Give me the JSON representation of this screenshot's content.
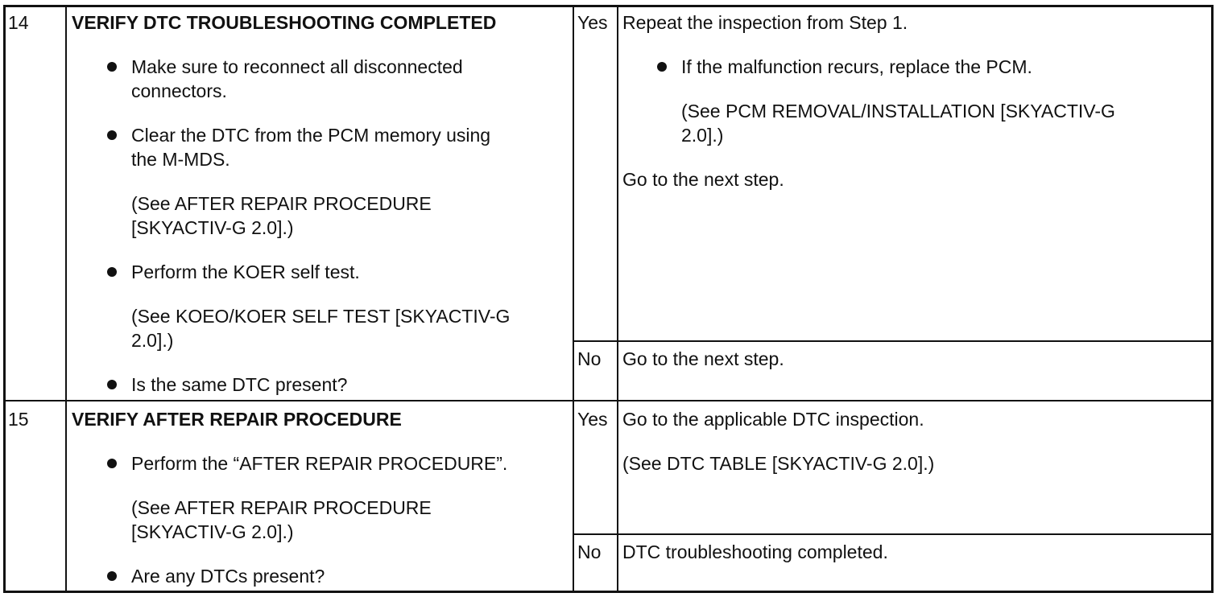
{
  "rows": [
    {
      "step": "14",
      "title": "VERIFY DTC TROUBLESHOOTING COMPLETED",
      "inspection": {
        "b1_l1": "Make sure to reconnect all disconnected",
        "b1_l2": "connectors.",
        "b2_l1": "Clear the DTC from the PCM memory using",
        "b2_l2": "the M-MDS.",
        "r1_l1": "(See AFTER REPAIR PROCEDURE",
        "r1_l2": "[SKYACTIV-G 2.0].)",
        "b3": "Perform the KOER self test.",
        "r2_l1": "(See KOEO/KOER SELF TEST [SKYACTIV-G",
        "r2_l2": "2.0].)",
        "b4": "Is the same DTC present?"
      },
      "yes": {
        "label": "Yes",
        "line1": "Repeat the inspection from Step 1.",
        "bullet": "If the malfunction recurs, replace the PCM.",
        "ref_l1": "(See PCM REMOVAL/INSTALLATION [SKYACTIV-G",
        "ref_l2": "2.0].)",
        "line2": "Go to the next step."
      },
      "no": {
        "label": "No",
        "line1": "Go to the next step."
      }
    },
    {
      "step": "15",
      "title": "VERIFY AFTER REPAIR PROCEDURE",
      "inspection": {
        "b1": "Perform the “AFTER REPAIR PROCEDURE”.",
        "r1_l1": "(See AFTER REPAIR PROCEDURE",
        "r1_l2": "[SKYACTIV-G 2.0].)",
        "b2": "Are any DTCs present?"
      },
      "yes": {
        "label": "Yes",
        "line1": "Go to the applicable DTC inspection.",
        "line2": "(See DTC TABLE [SKYACTIV-G 2.0].)"
      },
      "no": {
        "label": "No",
        "line1": "DTC troubleshooting completed."
      }
    }
  ]
}
